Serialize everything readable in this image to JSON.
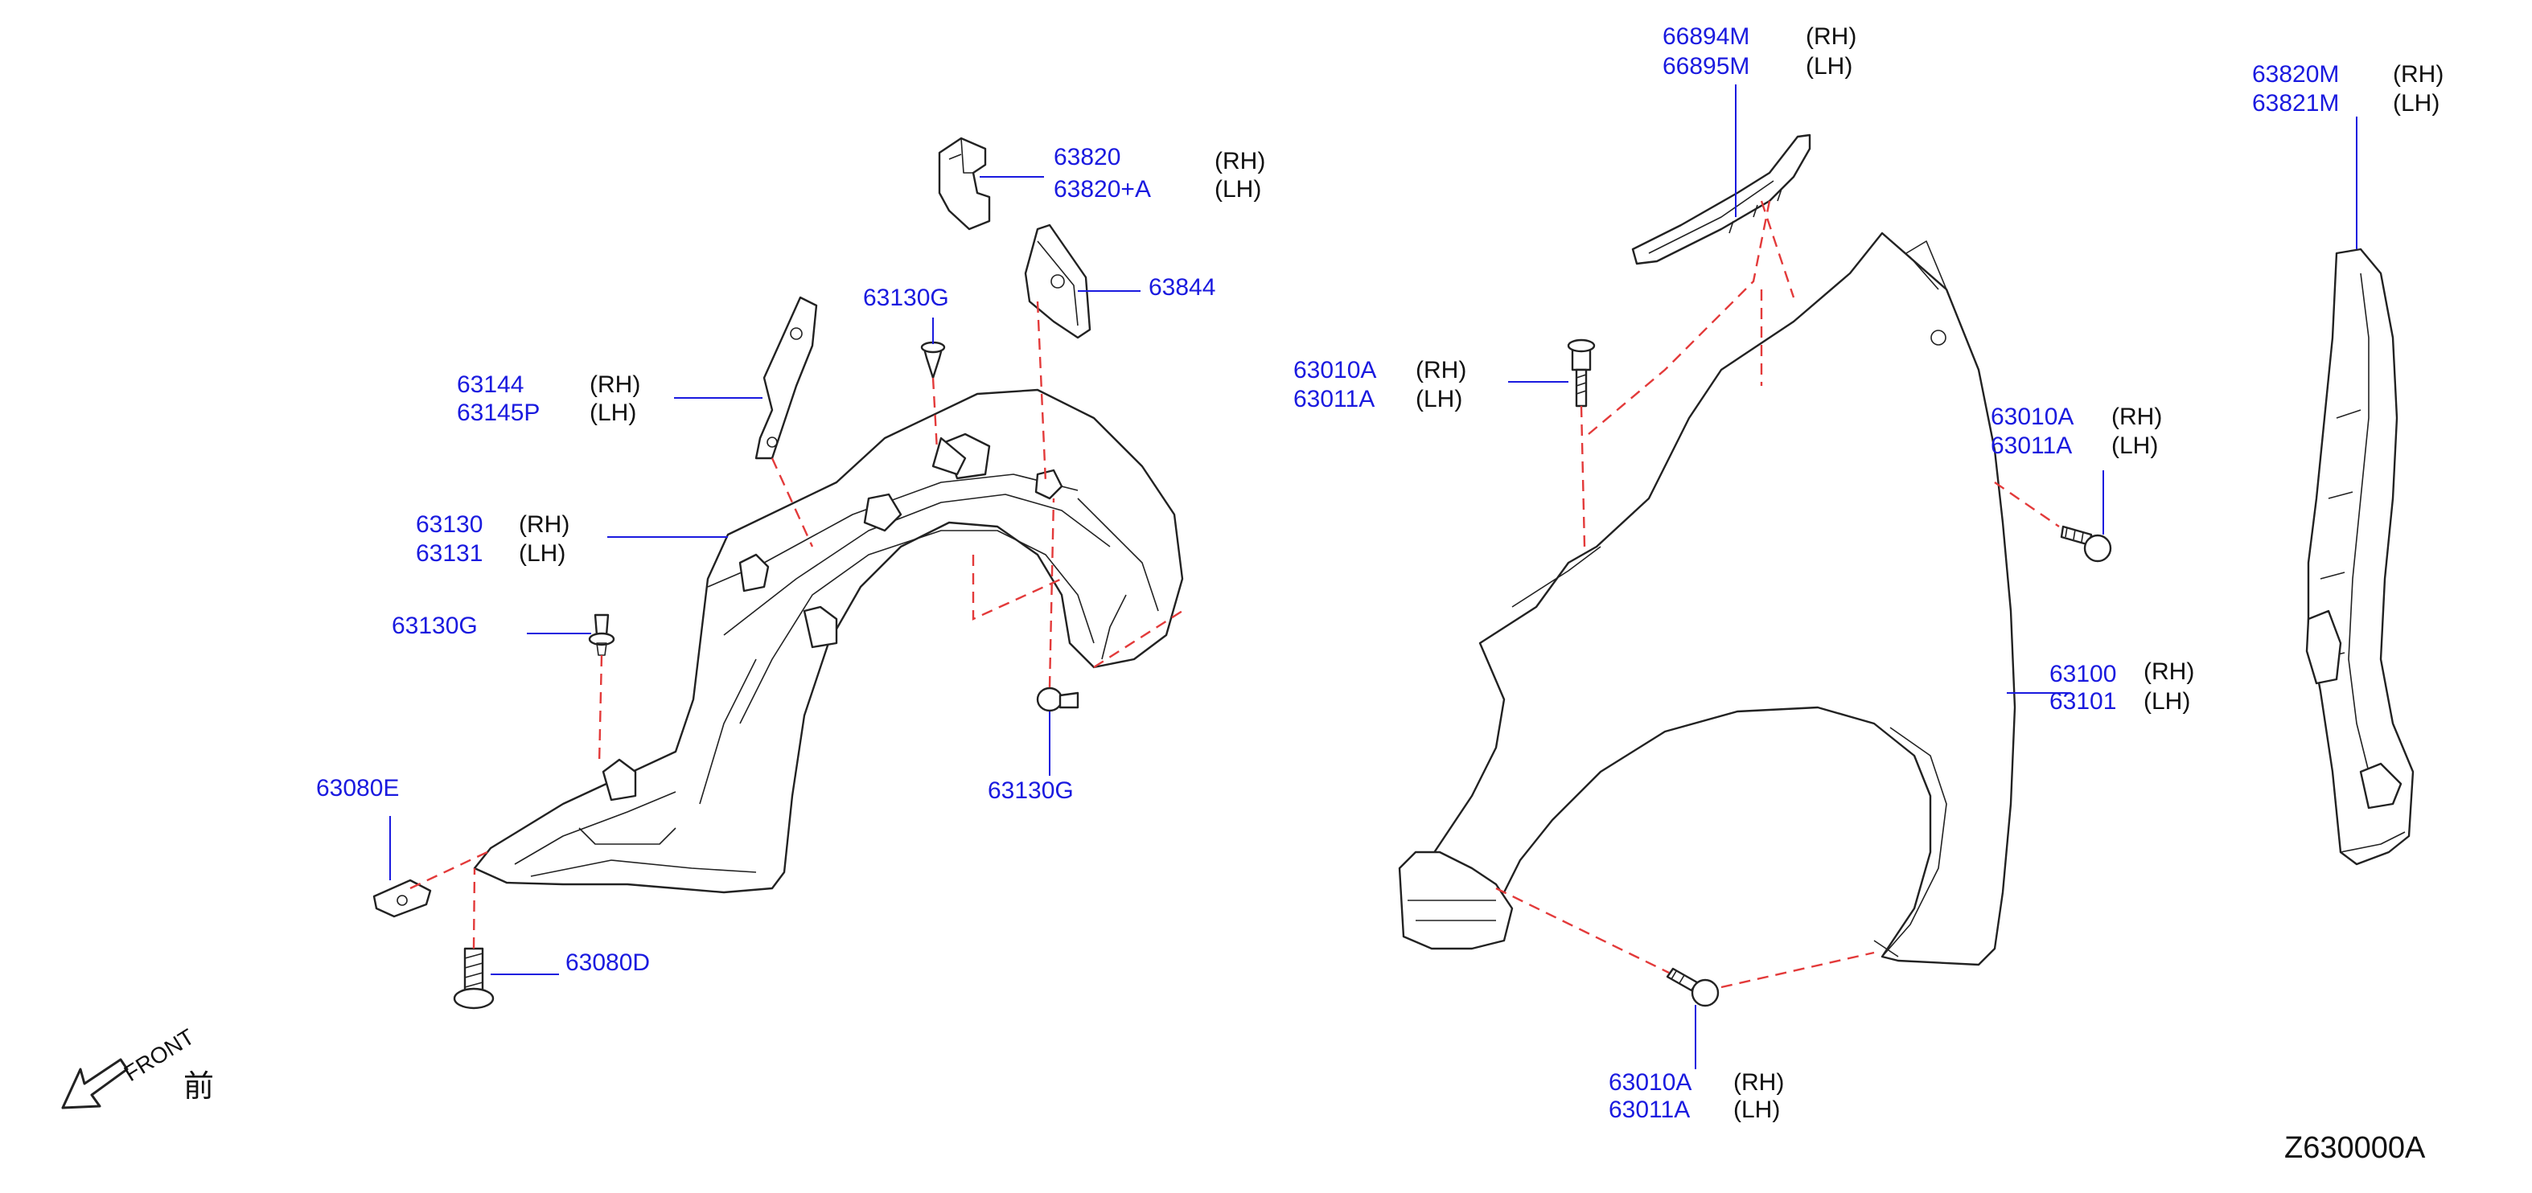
{
  "diagram_code": "Z630000A",
  "front_indicator": {
    "label": "FRONT",
    "kanji": "前"
  },
  "colors": {
    "part_number": "#1a1adf",
    "dash_line": "#e33a3a",
    "outline": "#222222"
  },
  "callouts": {
    "c66894": {
      "lines": [
        {
          "pn": "66894M",
          "side": "(RH)"
        },
        {
          "pn": "66895M",
          "side": "(LH)"
        }
      ]
    },
    "c63820M": {
      "lines": [
        {
          "pn": "63820M",
          "side": "(RH)"
        },
        {
          "pn": "63821M",
          "side": "(LH)"
        }
      ]
    },
    "c63820": {
      "lines": [
        {
          "pn": "63820",
          "side": "(RH)"
        },
        {
          "pn": "63820+A",
          "side": "(LH)"
        }
      ]
    },
    "c63844": {
      "lines": [
        {
          "pn": "63844",
          "side": ""
        }
      ]
    },
    "c63130G_top": {
      "lines": [
        {
          "pn": "63130G",
          "side": ""
        }
      ]
    },
    "c63144": {
      "lines": [
        {
          "pn": "63144",
          "side": "(RH)"
        },
        {
          "pn": "63145P",
          "side": "(LH)"
        }
      ]
    },
    "c63130": {
      "lines": [
        {
          "pn": "63130",
          "side": "(RH)"
        },
        {
          "pn": "63131",
          "side": "(LH)"
        }
      ]
    },
    "c63130G_left": {
      "lines": [
        {
          "pn": "63130G",
          "side": ""
        }
      ]
    },
    "c63130G_bottom": {
      "lines": [
        {
          "pn": "63130G",
          "side": ""
        }
      ]
    },
    "c63080E": {
      "lines": [
        {
          "pn": "63080E",
          "side": ""
        }
      ]
    },
    "c63080D": {
      "lines": [
        {
          "pn": "63080D",
          "side": ""
        }
      ]
    },
    "c63010A_top": {
      "lines": [
        {
          "pn": "63010A",
          "side": "(RH)"
        },
        {
          "pn": "63011A",
          "side": "(LH)"
        }
      ]
    },
    "c63010A_right": {
      "lines": [
        {
          "pn": "63010A",
          "side": "(RH)"
        },
        {
          "pn": "63011A",
          "side": "(LH)"
        }
      ]
    },
    "c63010A_bottom": {
      "lines": [
        {
          "pn": "63010A",
          "side": "(RH)"
        },
        {
          "pn": "63011A",
          "side": "(LH)"
        }
      ]
    },
    "c63100": {
      "lines": [
        {
          "pn": "63100",
          "side": "(RH)"
        },
        {
          "pn": "63101",
          "side": "(LH)"
        }
      ]
    }
  }
}
